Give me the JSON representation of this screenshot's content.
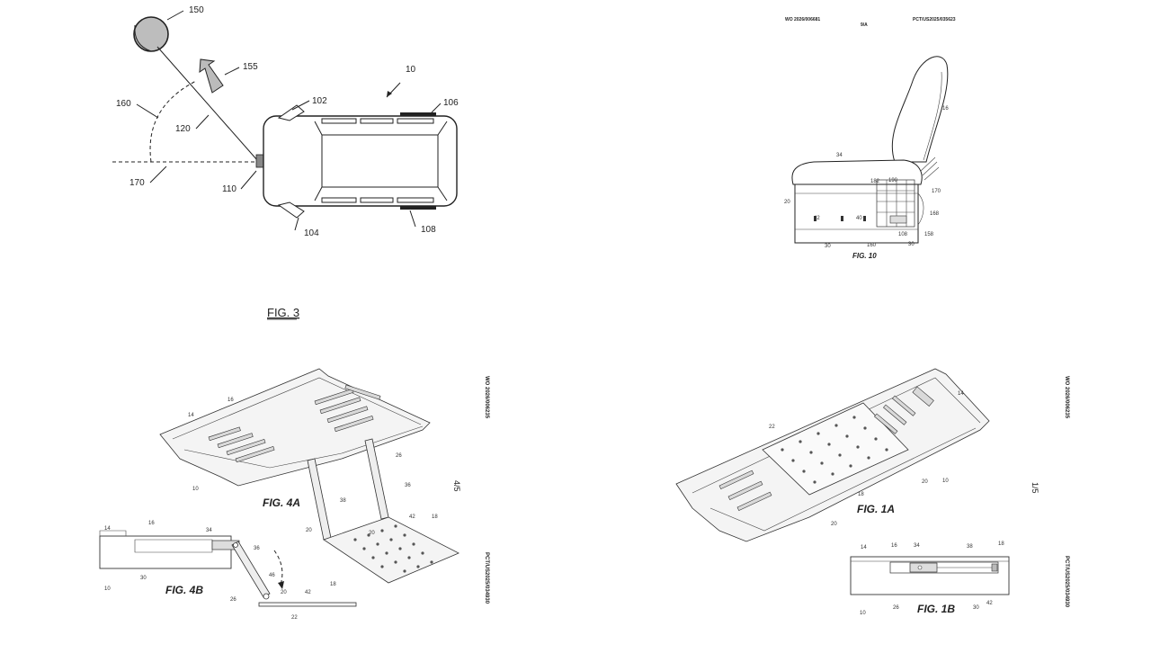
{
  "top_left": {
    "figure_label": "FIG. 3",
    "labels": {
      "ball": "150",
      "arrow": "155",
      "vehicle": "10",
      "line_120": "120",
      "arc_160": "160",
      "axis_170": "170",
      "sensor_110": "110",
      "mirror_102": "102",
      "mirror_104": "104",
      "wheel_106": "106",
      "wheel_108": "108"
    }
  },
  "top_right": {
    "header_left": "WO 2026/006681",
    "header_right": "PCT/US2025/035623",
    "page_index": "9/A",
    "figure_label": "FIG. 10",
    "labels": {
      "backrest": "16",
      "cushion": "34",
      "base_20": "20",
      "part_42": "42",
      "part_40": "40",
      "part_30": "30",
      "part_182": "182",
      "part_190": "190",
      "part_170": "170",
      "part_168": "168",
      "part_160": "160",
      "part_158": "158",
      "part_108": "108",
      "part_30b": "30"
    }
  },
  "bottom_left": {
    "side_top": "WO 2026/006235",
    "side_bottom": "PCT/US2025/034930",
    "page_number": "4/5",
    "figure_a": "FIG. 4A",
    "figure_b": "FIG. 4B",
    "labels_a": {
      "l14": "14",
      "l16": "16",
      "l10": "10",
      "l26": "26",
      "l36": "36",
      "l38": "38",
      "l20": "20",
      "l20b": "20",
      "l42": "42",
      "l18": "18"
    },
    "labels_b": {
      "l14": "14",
      "l16": "16",
      "l34": "34",
      "l30": "30",
      "l36": "36",
      "l46": "46",
      "l10": "10",
      "l26": "26",
      "l20": "20",
      "l42": "42",
      "l18": "18",
      "l22": "22"
    }
  },
  "bottom_right": {
    "side_top": "WO 2026/006235",
    "side_bottom": "PCT/US2025/034930",
    "page_number": "1/5",
    "figure_a": "FIG. 1A",
    "figure_b": "FIG. 1B",
    "labels_a": {
      "l22": "22",
      "l14": "14",
      "l18": "18",
      "l20": "20",
      "l10": "10",
      "l20b": "20"
    },
    "labels_b": {
      "l14": "14",
      "l16": "16",
      "l34": "34",
      "l38": "38",
      "l18": "18",
      "l10": "10",
      "l26": "26",
      "l30": "30",
      "l42": "42"
    }
  }
}
